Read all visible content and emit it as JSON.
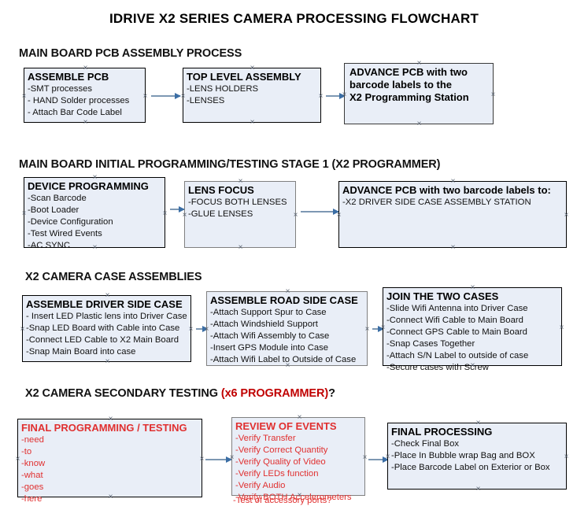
{
  "title": "IDRIVE X2  SERIES CAMERA PROCESSING FLOWCHART",
  "colors": {
    "box_fill": "#e9eef7",
    "border_black": "#000000",
    "border_gray": "#808080",
    "accent_red": "#e03030",
    "heading_red": "#c00000",
    "arrow": "#3b6ea5"
  },
  "sections": [
    {
      "heading": "MAIN BOARD PCB ASSEMBLY PROCESS",
      "heading_red": "",
      "heading_tail": "",
      "boxes": [
        {
          "title": "ASSEMBLE PCB",
          "title_red": false,
          "items": [
            "-SMT processes",
            "- HAND Solder processes",
            "- Attach Bar Code Label"
          ]
        },
        {
          "title": "TOP LEVEL ASSEMBLY",
          "title_red": false,
          "items": [
            "-LENS HOLDERS",
            "-LENSES"
          ]
        },
        {
          "title": "ADVANCE PCB with two",
          "title_red": false,
          "items": [
            "barcode labels to the",
            " X2 Programming Station"
          ]
        }
      ]
    },
    {
      "heading": "MAIN BOARD INITIAL PROGRAMMING/TESTING STAGE 1 (X2 PROGRAMMER)",
      "heading_red": "",
      "heading_tail": "",
      "boxes": [
        {
          "title": "DEVICE PROGRAMMING",
          "title_red": false,
          "items": [
            "-Scan Barcode",
            "-Boot Loader",
            "-Device Configuration",
            "-Test Wired Events",
            "-AC SYNC"
          ]
        },
        {
          "title": "LENS FOCUS",
          "title_red": false,
          "items": [
            "-FOCUS BOTH LENSES",
            "-GLUE LENSES"
          ]
        },
        {
          "title": "ADVANCE PCB with two barcode labels to:",
          "title_red": false,
          "items": [
            "-X2 DRIVER  SIDE  CASE  ASSEMBLY STATION"
          ]
        }
      ]
    },
    {
      "heading": "X2 CAMERA CASE ASSEMBLIES",
      "heading_red": "",
      "heading_tail": "",
      "boxes": [
        {
          "title": "ASSEMBLE DRIVER SIDE CASE",
          "title_red": false,
          "items": [
            "- Insert LED Plastic lens into Driver Case",
            "-Snap LED Board with Cable into Case",
            "-Connect LED Cable to X2 Main Board",
            "-Snap Main Board into case"
          ]
        },
        {
          "title": "ASSEMBLE ROAD SIDE CASE",
          "title_red": false,
          "items": [
            "-Attach Support Spur to Case",
            "-Attach Windshield Support",
            "-Attach Wifi Assembly to Case",
            "-Insert GPS Module into Case",
            "-Attach Wifi Label to Outside of Case"
          ]
        },
        {
          "title": "JOIN THE TWO CASES",
          "title_red": false,
          "items": [
            "-Slide Wifi Antenna into Driver Case",
            "-Connect Wifi Cable to Main Board",
            "-Connect GPS Cable to Main Board",
            "-Snap Cases Together",
            "-Attach S/N Label to outside of case",
            "-Secure cases with Screw"
          ]
        }
      ]
    },
    {
      "heading": "X2 CAMERA SECONDARY TESTING ",
      "heading_red": "(x6 PROGRAMMER)",
      "heading_tail": "?",
      "boxes": [
        {
          "title": "FINAL PROGRAMMING / TESTING",
          "title_red": true,
          "items": [
            "-need",
            "-to",
            "-know",
            "-what",
            "-goes",
            "-here"
          ]
        },
        {
          "title": "REVIEW OF EVENTS",
          "title_red": true,
          "items": [
            "-Verify Transfer",
            "-Verify Correct Quantity",
            "-Verify Quality of Video",
            "-Verify LEDs function",
            "-Verify Audio",
            "-Verify BOTH Accelerometers"
          ],
          "overflow_item": "-Test of accessory ports?"
        },
        {
          "title": "FINAL PROCESSING",
          "title_red": false,
          "items": [
            " -Check Final Box",
            "-Place In Bubble wrap Bag and BOX",
            "-Place Barcode Label on Exterior or Box"
          ]
        }
      ]
    }
  ]
}
